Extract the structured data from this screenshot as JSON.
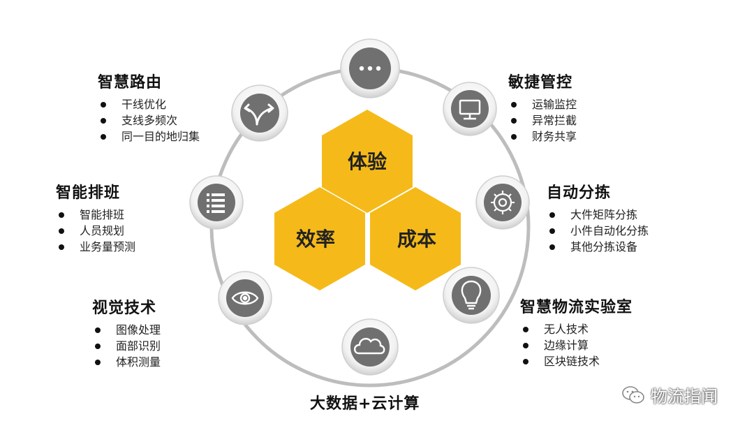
{
  "center": {
    "top": "体验",
    "left": "效率",
    "right": "成本"
  },
  "icons": [
    "more-dots-icon",
    "monitor-icon",
    "gear-icon",
    "lightbulb-icon",
    "cloud-icon",
    "eye-icon",
    "list-icon",
    "route-split-icon"
  ],
  "colors": {
    "hex": "#F5BA1A",
    "ring": "#BDBDBD",
    "iconFill": "#707070"
  },
  "groups": {
    "routing": {
      "title": "智慧路由",
      "items": [
        "干线优化",
        "支线多频次",
        "同一目的地归集"
      ]
    },
    "control": {
      "title": "敏捷管控",
      "items": [
        "运输监控",
        "异常拦截",
        "财务共享"
      ]
    },
    "scheduling": {
      "title": "智能排班",
      "items": [
        "智能排班",
        "人员规划",
        "业务量预测"
      ]
    },
    "sorting": {
      "title": "自动分拣",
      "items": [
        "大件矩阵分拣",
        "小件自动化分拣",
        "其他分拣设备"
      ]
    },
    "vision": {
      "title": "视觉技术",
      "items": [
        "图像处理",
        "面部识别",
        "体积测量"
      ]
    },
    "lab": {
      "title": "智慧物流实验室",
      "items": [
        "无人技术",
        "边缘计算",
        "区块链技术"
      ]
    },
    "bigdata": {
      "title": "大数据+云计算"
    }
  },
  "watermark": "物流指闻"
}
